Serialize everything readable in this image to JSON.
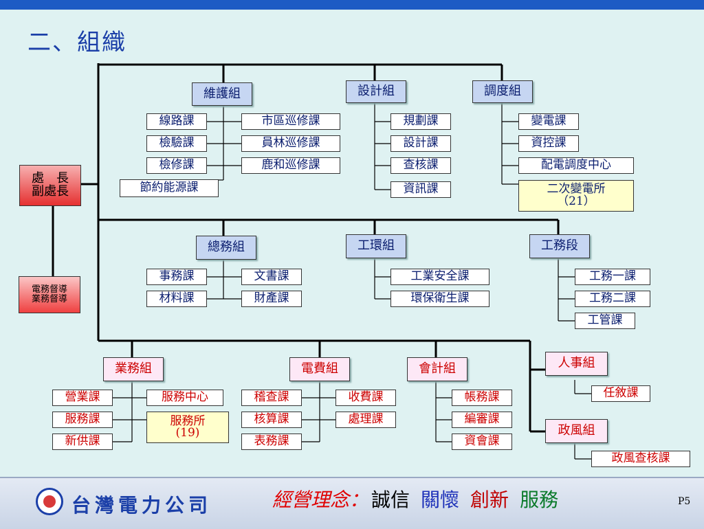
{
  "title": "二、組織",
  "chief": {
    "line1": "處　長",
    "line2": "副處長"
  },
  "supervisors": {
    "line1": "電務督導",
    "line2": "業務督導"
  },
  "groups": {
    "maintenance": {
      "name": "維護組",
      "units": [
        "線路課",
        "檢驗課",
        "檢修課"
      ],
      "patrol": [
        "市區巡修課",
        "員林巡修課",
        "鹿和巡修課"
      ],
      "energy": "節約能源課"
    },
    "design": {
      "name": "設計組",
      "units": [
        "規劃課",
        "設計課",
        "查核課",
        "資訊課"
      ]
    },
    "dispatch": {
      "name": "調度組",
      "units": [
        "變電課",
        "資控課",
        "配電調度中心"
      ],
      "substation": {
        "line1": "二次變電所",
        "line2": "（21）"
      }
    },
    "general": {
      "name": "總務組",
      "units": [
        "事務課",
        "材料課"
      ],
      "sub": [
        "文書課",
        "財產課"
      ]
    },
    "env": {
      "name": "工環組",
      "units": [
        "工業安全課",
        "環保衛生課"
      ]
    },
    "works": {
      "name": "工務段",
      "units": [
        "工務一課",
        "工務二課",
        "工管課"
      ]
    },
    "business": {
      "name": "業務組",
      "units": [
        "營業課",
        "服務課",
        "新供課"
      ],
      "service_center": "服務中心",
      "service_office": {
        "line1": "服務所",
        "line2": "(19)"
      }
    },
    "billing": {
      "name": "電費組",
      "units": [
        "稽查課",
        "核算課",
        "表務課"
      ],
      "sub": [
        "收費課",
        "處理課"
      ]
    },
    "accounting": {
      "name": "會計組",
      "units": [
        "帳務課",
        "編審課",
        "資會課"
      ]
    },
    "personnel": {
      "name": "人事組",
      "units": [
        "任敘課"
      ]
    },
    "ethics": {
      "name": "政風組",
      "units": [
        "政風查核課"
      ]
    }
  },
  "footer": {
    "company": "台灣電力公司",
    "motto_label": "經營理念：",
    "motto_items": [
      "誠信",
      "關懷",
      "創新",
      "服務"
    ],
    "page": "P5"
  },
  "colors": {
    "head_fill": "#c6d6f2",
    "red_text": "#cc0000",
    "blue_text": "#0a1d6e",
    "chief_fill": "#e53030",
    "background": "#dff2f2"
  }
}
